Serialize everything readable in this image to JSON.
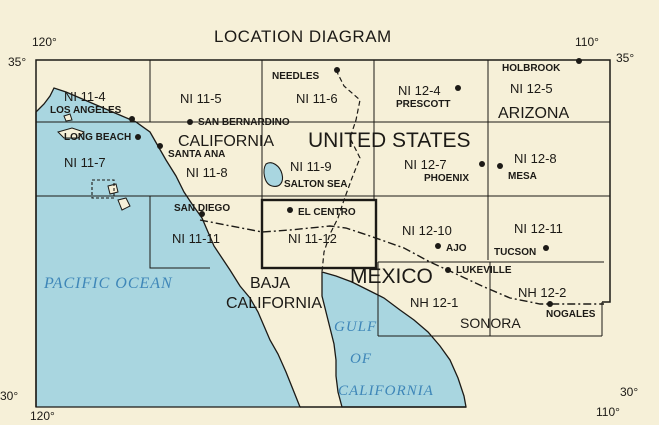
{
  "title": "LOCATION DIAGRAM",
  "colors": {
    "paper": "#f6f0d8",
    "water": "#a9d6e0",
    "ink": "#1c1a16",
    "water_text": "#3e86b8"
  },
  "coords": {
    "top_left_long": "120°",
    "top_right_long": "110°",
    "bottom_left_long": "120°",
    "bottom_right_long": "110°",
    "left_top_lat": "35°",
    "right_top_lat": "35°",
    "left_bottom_lat": "30°",
    "right_bottom_lat": "30°"
  },
  "sheets": {
    "ni_11_4": "NI 11-4",
    "ni_11_5": "NI 11-5",
    "ni_11_6": "NI 11-6",
    "ni_12_4": "NI 12-4",
    "ni_12_5": "NI 12-5",
    "ni_11_7": "NI 11-7",
    "ni_11_8": "NI 11-8",
    "ni_11_9": "NI 11-9",
    "ni_12_7": "NI 12-7",
    "ni_12_8": "NI 12-8",
    "ni_11_11": "NI 11-11",
    "ni_11_12": "NI 11-12",
    "ni_12_10": "NI 12-10",
    "ni_12_11": "NI 12-11",
    "nh_12_1": "NH 12-1",
    "nh_12_2": "NH 12-2"
  },
  "cities": {
    "needles": "NEEDLES",
    "holbrook": "HOLBROOK",
    "los_angeles": "LOS ANGELES",
    "san_bernardino": "SAN BERNARDINO",
    "prescott": "PRESCOTT",
    "long_beach": "LONG BEACH",
    "santa_ana": "SANTA ANA",
    "phoenix": "PHOENIX",
    "mesa": "MESA",
    "salton_sea": "SALTON SEA",
    "san_diego": "SAN DIEGO",
    "el_centro": "EL CENTRO",
    "ajo": "AJO",
    "tucson": "TUCSON",
    "lukeville": "LUKEVILLE",
    "nogales": "NOGALES"
  },
  "regions": {
    "california": "CALIFORNIA",
    "arizona": "ARIZONA",
    "united_states": "UNITED STATES",
    "mexico": "MEXICO",
    "baja": "BAJA",
    "baja_california": "CALIFORNIA",
    "sonora": "SONORA"
  },
  "water": {
    "pacific": "PACIFIC OCEAN",
    "gulf": "GULF",
    "of": "OF",
    "gulf_california": "CALIFORNIA"
  }
}
